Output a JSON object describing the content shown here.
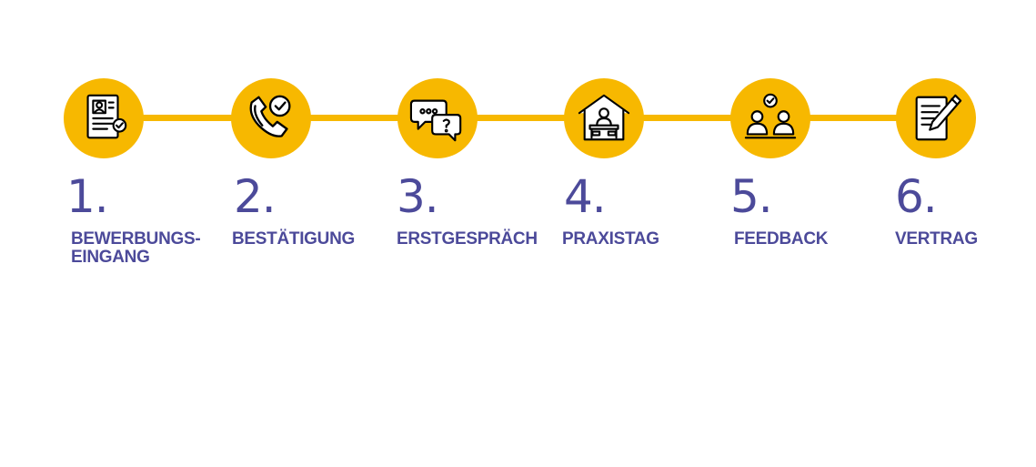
{
  "colors": {
    "accent": "#f7b800",
    "text": "#4c4a9a",
    "icon_fill": "#ffffff",
    "icon_stroke": "#000000"
  },
  "steps": [
    {
      "number": "1.",
      "label_lines": [
        "BEWERBUNGS-",
        "EINGANG"
      ],
      "icon": "application-document-icon"
    },
    {
      "number": "2.",
      "label_lines": [
        "BESTÄTIGUNG"
      ],
      "icon": "phone-check-icon"
    },
    {
      "number": "3.",
      "label_lines": [
        "ERSTGESPRÄCH"
      ],
      "icon": "chat-bubbles-icon"
    },
    {
      "number": "4.",
      "label_lines": [
        "PRAXISTAG"
      ],
      "icon": "office-workplace-icon"
    },
    {
      "number": "5.",
      "label_lines": [
        "FEEDBACK"
      ],
      "icon": "people-feedback-icon"
    },
    {
      "number": "6.",
      "label_lines": [
        "VERTRAG"
      ],
      "icon": "contract-pen-icon"
    }
  ]
}
